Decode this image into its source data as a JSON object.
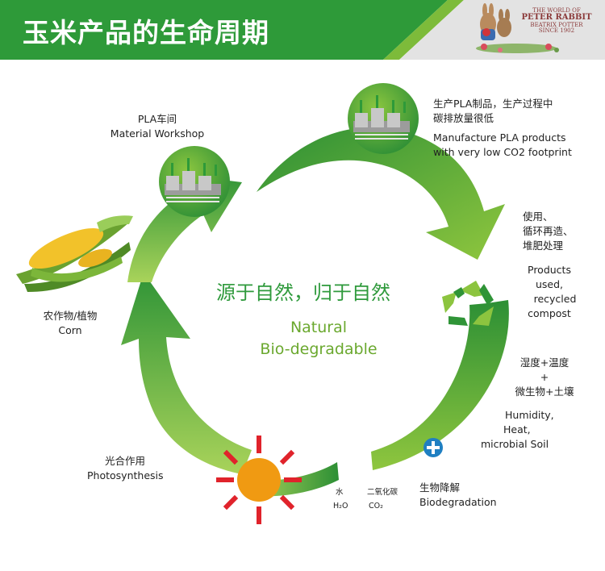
{
  "header": {
    "title": "玉米产品的生命周期"
  },
  "logo": {
    "line1": "THE WORLD OF",
    "line2": "PETER RABBIT",
    "line3": "BEATRIX POTTER",
    "line4": "SINCE 1902"
  },
  "center": {
    "cn": "源于自然，归于自然",
    "en_line1": "Natural",
    "en_line2": "Bio-degradable"
  },
  "stages": {
    "workshop": {
      "cn": "PLA车间",
      "en": "Material Workshop"
    },
    "manufacture": {
      "cn_line1": "生产PLA制品，生产过程中",
      "cn_line2": "碳排放量很低",
      "en_line1": "Manufacture PLA products",
      "en_line2": "with very low CO2 footprint"
    },
    "use": {
      "cn_line1": "使用、",
      "cn_line2": "循环再造、",
      "cn_line3": "堆肥处理",
      "en_line1": "Products",
      "en_line2": "used,",
      "en_line3": "recycled",
      "en_line4": "compost"
    },
    "conditions": {
      "cn_line1": "湿度+温度",
      "cn_line2": "+",
      "cn_line3": "微生物+土壤",
      "en_line1": "Humidity,",
      "en_line2": "Heat,",
      "en_line3": "microbial  Soil"
    },
    "biodegradation": {
      "cn": "生物降解",
      "en": "Biodegradation",
      "water_cn": "水",
      "water_formula": "H₂O",
      "co2_cn": "二氧化碳",
      "co2_formula": "CO₂"
    },
    "photosynthesis": {
      "cn": "光合作用",
      "en": "Photosynthesis"
    },
    "corn": {
      "cn": "农作物/植物",
      "en": "Corn"
    }
  },
  "colors": {
    "header_green": "#2e9a39",
    "arrow_dark": "#2f9437",
    "arrow_light": "#8cc43f",
    "center_cn": "#2f9a3c",
    "center_en": "#6aa82e",
    "sun_ray": "#e0232b",
    "sun_core": "#f09a12"
  }
}
